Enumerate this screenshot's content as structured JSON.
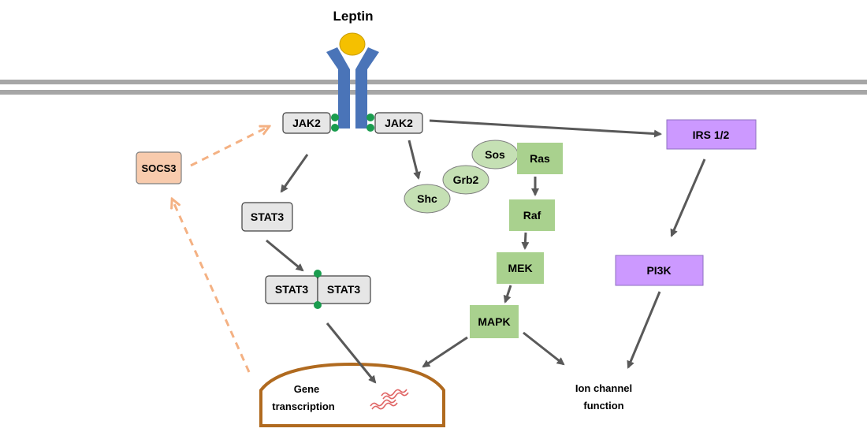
{
  "labels": {
    "ligand": "Leptin",
    "jak_left": "JAK2",
    "jak_right": "JAK2",
    "socs3": "SOCS3",
    "stat3": "STAT3",
    "stat3_dimer_left": "STAT3",
    "stat3_dimer_right": "STAT3",
    "sos": "Sos",
    "ras": "Ras",
    "grb2": "Grb2",
    "shc": "Shc",
    "raf": "Raf",
    "mek": "MEK",
    "mapk": "MAPK",
    "irs": "IRS 1/2",
    "pi3k": "PI3K",
    "gene_line1": "Gene",
    "gene_line2": "transcription",
    "ion_line1": "Ion channel",
    "ion_line2": "function"
  },
  "colors": {
    "ligand": "#f5c000",
    "receptor": "#4a74b8",
    "membrane": "#a6a6a6",
    "phospho": "#1a9c4e",
    "jak_fill": "#e6e6e6",
    "stat_fill": "#e6e6e6",
    "socs_fill": "#f8cbad",
    "adaptor_fill": "#c5e0b4",
    "mapk_fill": "#a9d18e",
    "pi3k_fill": "#cc99ff",
    "nucleus_stroke": "#b06a1f",
    "arrow": "#595959",
    "feedback_arrow": "#f4b183",
    "dna": "#e06666"
  }
}
